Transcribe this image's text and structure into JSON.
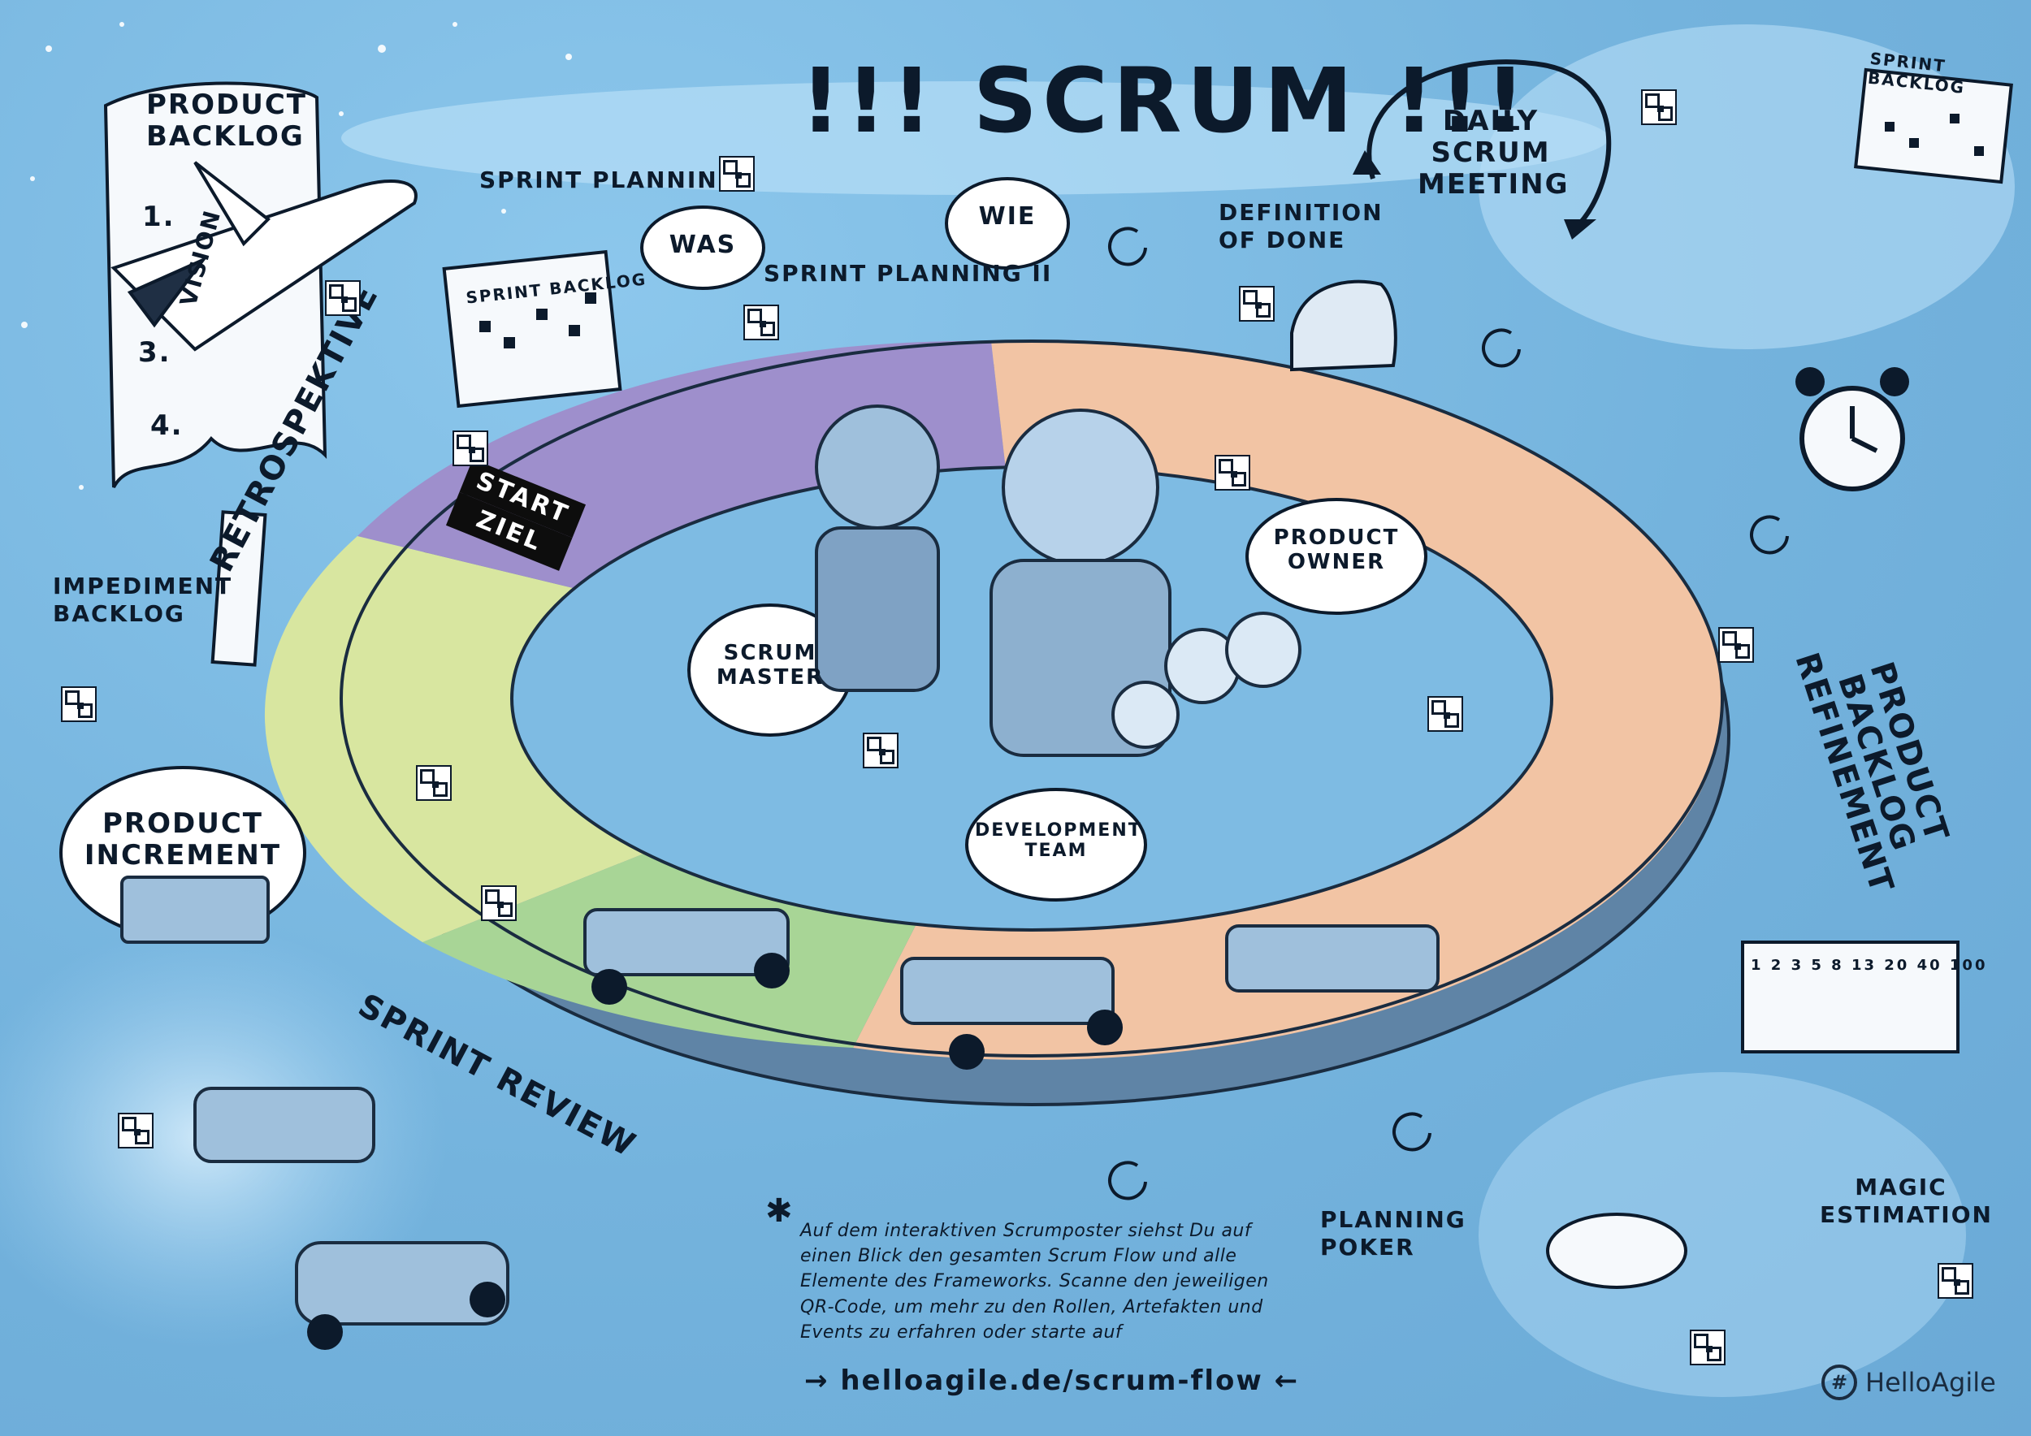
{
  "title": "!!! SCRUM !!!",
  "labels": {
    "product_backlog": "PRODUCT BACKLOG",
    "product_backlog_items": [
      "1.",
      "3.",
      "4."
    ],
    "vision": "VISION",
    "sprint_planning_1": "SPRINT PLANNING I",
    "sprint_planning_2": "SPRINT PLANNING II",
    "sprint_backlog_board": "SPRINT BACKLOG",
    "sprint_backlog_wall": "SPRINT BACKLOG",
    "was": "WAS",
    "wie": "WIE",
    "definition_of_done": "DEFINITION OF DONE",
    "daily_scrum": "DAILY SCRUM MEETING",
    "impediment_backlog": "IMPEDIMENT BACKLOG",
    "retrospektive": "RETROSPEKTIVE",
    "product_increment": "PRODUCT INCREMENT",
    "sprint_review": "SPRINT REVIEW",
    "product_backlog_refinement": "PRODUCT BACKLOG REFINEMENT",
    "magic_estimation": "MAGIC ESTIMATION",
    "planning_poker": "PLANNING POKER",
    "scrum_master": "SCRUM MASTER",
    "product_owner": "PRODUCT OWNER",
    "development_team": "DEVELOPMENT TEAM",
    "start": "START",
    "ziel": "ZIEL",
    "estimation_scale": "1 2 3 5 8 13 20 40 100"
  },
  "info_text": "Auf dem interaktiven Scrumposter siehst Du auf einen Blick den gesamten Scrum Flow und alle Elemente des Frameworks. Scanne den jeweiligen QR-Code, um mehr zu den Rollen, Artefakten und Events zu erfahren oder starte auf",
  "url": "→ helloagile.de/scrum-flow ←",
  "brand": "HelloAgile",
  "colors": {
    "background": "#79b8e2",
    "ring_planning": "#9e8fcc",
    "ring_refinement": "#f2c4a4",
    "ring_review": "#a8d596",
    "ring_retro": "#d8e6a0",
    "ink": "#0c1a2b"
  }
}
